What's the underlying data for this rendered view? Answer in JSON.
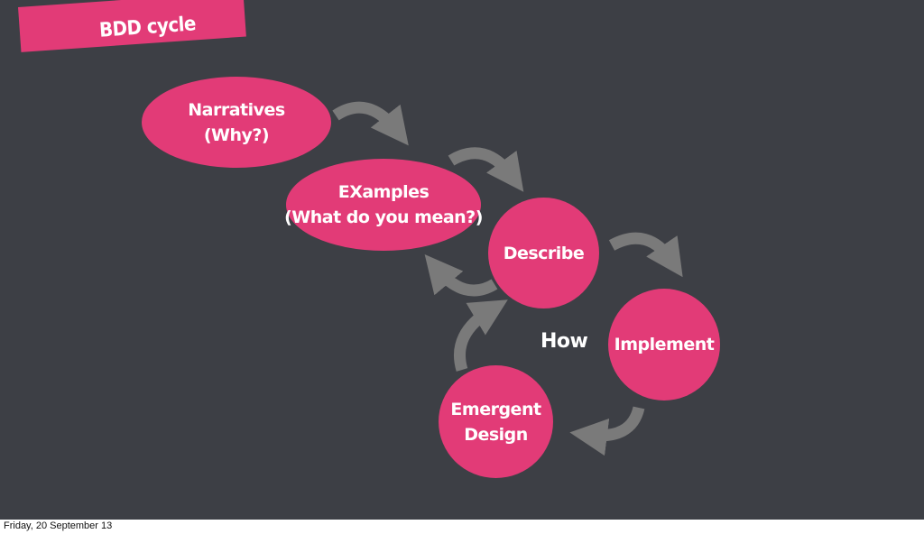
{
  "slide": {
    "title": "BDD cycle",
    "how_label": "How",
    "colors": {
      "background": "#3d3f45",
      "accent": "#e23b77",
      "arrow": "#7a7a7a",
      "text": "#ffffff"
    }
  },
  "nodes": {
    "narratives": {
      "line1": "Narratives",
      "line2": "(Why?)"
    },
    "examples": {
      "line1": "EXamples",
      "line2": "(What do you mean?)"
    },
    "describe": {
      "line1": "Describe"
    },
    "implement": {
      "line1": "Implement"
    },
    "emergent": {
      "line1": "Emergent",
      "line2": "Design"
    }
  },
  "arrows": [
    {
      "from": "narratives",
      "to": "examples"
    },
    {
      "from": "examples",
      "to": "describe"
    },
    {
      "from": "describe",
      "to": "implement"
    },
    {
      "from": "implement",
      "to": "emergent"
    },
    {
      "from": "emergent",
      "to": "describe"
    },
    {
      "from": "describe",
      "to": "examples"
    }
  ],
  "footer": {
    "date": "Friday, 20 September 13"
  }
}
